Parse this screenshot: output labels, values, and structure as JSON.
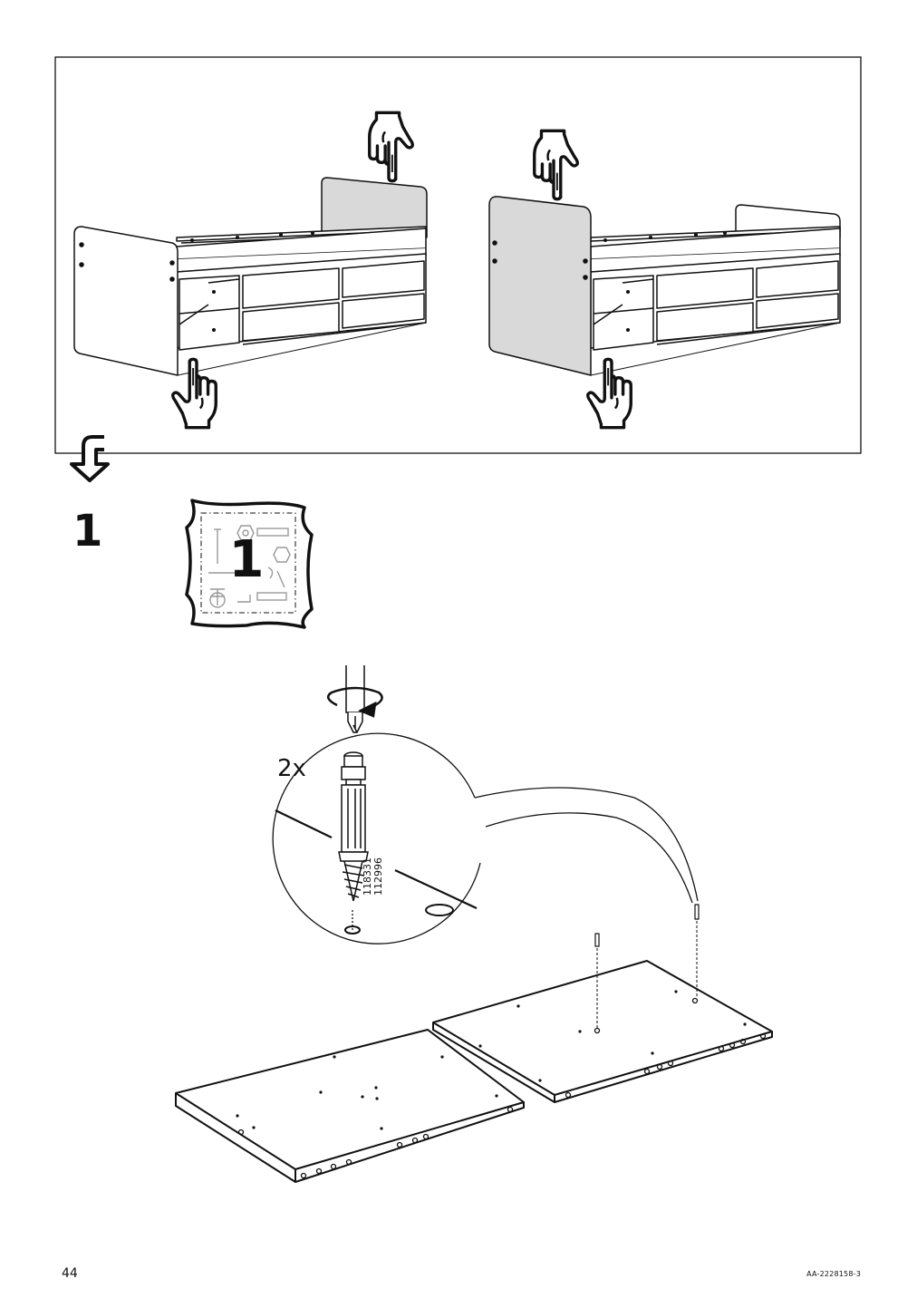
{
  "step": {
    "number": "1"
  },
  "hardware_bag": {
    "label": "1"
  },
  "callout": {
    "quantity": "2x",
    "part_numbers": [
      "118331",
      "112996"
    ]
  },
  "footer": {
    "page_number": "44",
    "document_code": "AA-2228158-3"
  },
  "colors": {
    "line": "#111111",
    "panel_fill": "#d9d9d9",
    "background": "#ffffff"
  },
  "icons": [
    "pointing-hand-icon",
    "flow-arrow-icon",
    "screwdriver-icon",
    "rotation-arrow-icon",
    "dowel-icon"
  ]
}
